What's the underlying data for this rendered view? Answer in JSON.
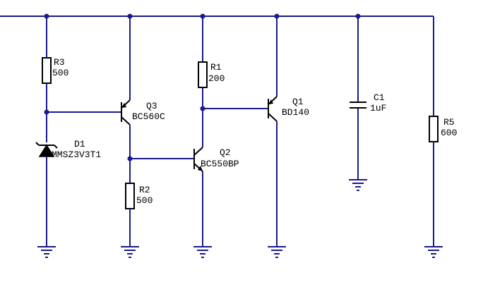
{
  "colors": {
    "wire": "#1a1a8c",
    "component": "#000000",
    "background": "#ffffff"
  },
  "components": {
    "r3": {
      "ref": "R3",
      "value": "500"
    },
    "r1": {
      "ref": "R1",
      "value": "200"
    },
    "r2": {
      "ref": "R2",
      "value": "500"
    },
    "r5": {
      "ref": "R5",
      "value": "600"
    },
    "c1": {
      "ref": "C1",
      "value": "1uF"
    },
    "q1": {
      "ref": "Q1",
      "value": "BD140"
    },
    "q2": {
      "ref": "Q2",
      "value": "BC550BP"
    },
    "q3": {
      "ref": "Q3",
      "value": "BC560C"
    },
    "d1": {
      "ref": "D1",
      "value": "MMSZ3V3T1"
    }
  }
}
